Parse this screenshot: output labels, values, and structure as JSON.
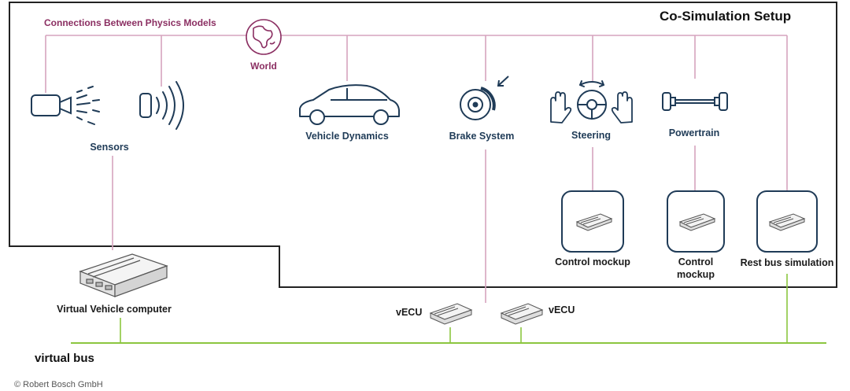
{
  "title": "Co-Simulation Setup",
  "connections_label": "Connections Between Physics Models",
  "world_label": "World",
  "models": {
    "sensors": "Sensors",
    "vehicle_dynamics": "Vehicle Dynamics",
    "brake_system": "Brake System",
    "steering": "Steering",
    "powertrain": "Powertrain"
  },
  "hardware": {
    "control_mockup_1": "Control mockup",
    "control_mockup_2_line1": "Control",
    "control_mockup_2_line2": "mockup",
    "rest_bus": "Rest bus simulation",
    "virtual_vehicle_computer": "Virtual Vehicle computer",
    "vecu_1": "vECU",
    "vecu_2": "vECU"
  },
  "bus_label": "virtual bus",
  "copyright": "© Robert Bosch GmbH",
  "colors": {
    "connection_line": "#d6a4be",
    "accent_magenta": "#8b2f62",
    "icon_navy": "#1f3b57",
    "bus_green": "#8cc63f",
    "frame": "#222222"
  }
}
